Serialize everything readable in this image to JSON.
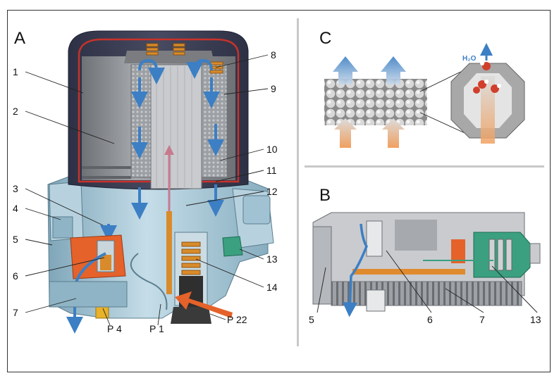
{
  "panels": {
    "a": {
      "letter": "A"
    },
    "b": {
      "letter": "B"
    },
    "c": {
      "letter": "C",
      "formula": "H₂O"
    }
  },
  "callouts_a": {
    "n1": "1",
    "n2": "2",
    "n3": "3",
    "n4": "4",
    "n5": "5",
    "n6": "6",
    "n7": "7",
    "n8": "8",
    "n9": "9",
    "n10": "10",
    "n11": "11",
    "n12": "12",
    "n13": "13",
    "n14": "14",
    "p4": "P 4",
    "p1": "P 1",
    "p22": "P 22"
  },
  "callouts_b": {
    "n5": "5",
    "n6": "6",
    "n7": "7",
    "n13": "13"
  },
  "colors": {
    "housing_dark": "#3a3d52",
    "liner_red": "#c8322a",
    "cartridge_grey": "#8f9296",
    "body_lightblue": "#a9c9d8",
    "flow_blue": "#3c7fc4",
    "hot_orange": "#e5622a",
    "valve_orange": "#e08a2e",
    "desiccant_grey": "#b5b5b5",
    "divider": "#c8c8c8"
  }
}
